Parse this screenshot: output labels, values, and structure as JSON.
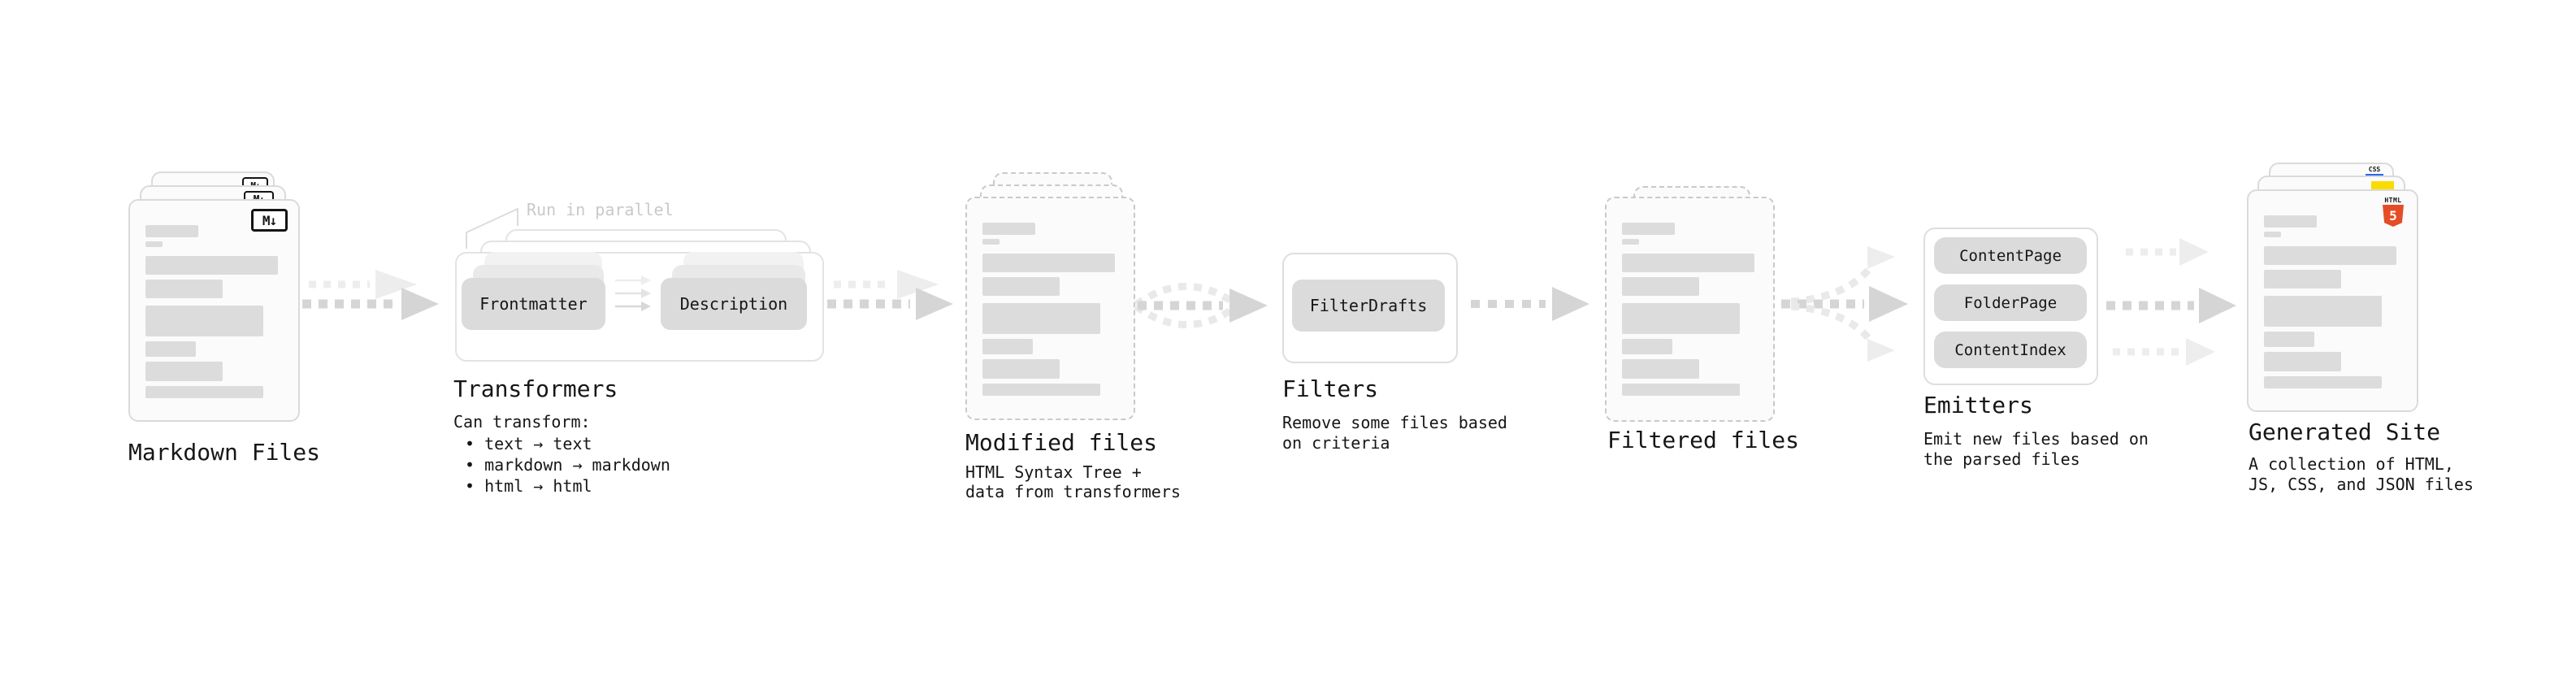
{
  "stages": [
    {
      "id": "markdown-files",
      "title": "Markdown Files",
      "badge": "M↓"
    },
    {
      "id": "transformers",
      "title": "Transformers",
      "annotation": "Run in parallel",
      "pills": [
        "Frontmatter",
        "Description"
      ],
      "caption": [
        "Can transform:",
        "• text → text",
        "• markdown → markdown",
        "• html → html"
      ]
    },
    {
      "id": "modified-files",
      "title": "Modified files",
      "caption": [
        "HTML Syntax Tree +",
        "data from transformers"
      ]
    },
    {
      "id": "filters",
      "title": "Filters",
      "pills": [
        "FilterDrafts"
      ],
      "caption": [
        "Remove some files based",
        "on criteria"
      ]
    },
    {
      "id": "filtered-files",
      "title": "Filtered files"
    },
    {
      "id": "emitters",
      "title": "Emitters",
      "pills": [
        "ContentPage",
        "FolderPage",
        "ContentIndex"
      ],
      "caption": [
        "Emit new files based on",
        "the parsed files"
      ]
    },
    {
      "id": "generated-site",
      "title": "Generated Site",
      "badges": {
        "html_word": "HTML",
        "html_number": "5",
        "css_word": "CSS"
      },
      "caption": [
        "A collection of HTML,",
        "JS, CSS, and JSON files"
      ]
    }
  ],
  "colors": {
    "arrow_dark": "#d5d5d5",
    "arrow_light": "#ededed",
    "arrow_curve": "#e9e9e9",
    "placeholder_bar": "#dcdcdc",
    "pill_bg": "#dbdbdb",
    "text": "#161616",
    "muted_annotation": "#c9c9c9",
    "html5_orange": "#e44d26",
    "js_yellow": "#f8dc00",
    "css_blue": "#2965f1"
  }
}
